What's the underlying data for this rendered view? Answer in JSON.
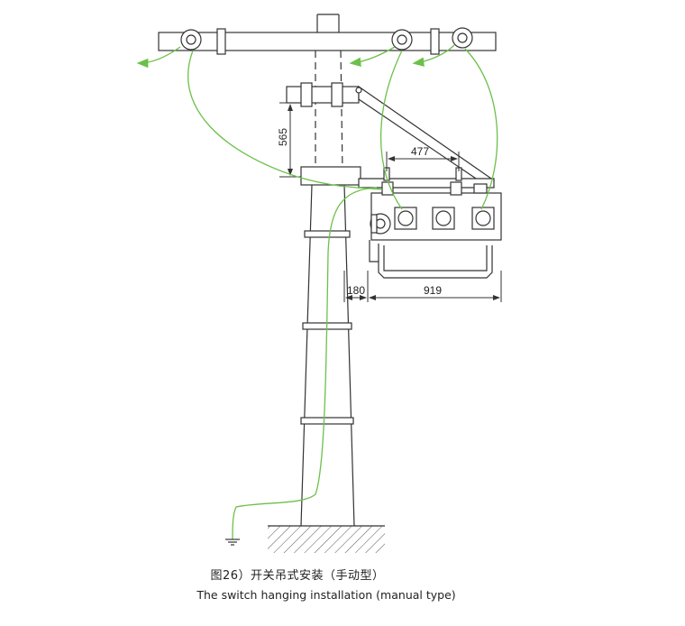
{
  "dimensions": {
    "bracket_drop": "565",
    "arm_span": "477",
    "pole_offset": "180",
    "switch_width": "919"
  },
  "caption": {
    "chinese": "图26）开关吊式安装（手动型）",
    "english": "The switch hanging installation (manual type)"
  },
  "colors": {
    "line": "#333333",
    "ground_wire": "#6cc04a",
    "background": "#ffffff"
  }
}
